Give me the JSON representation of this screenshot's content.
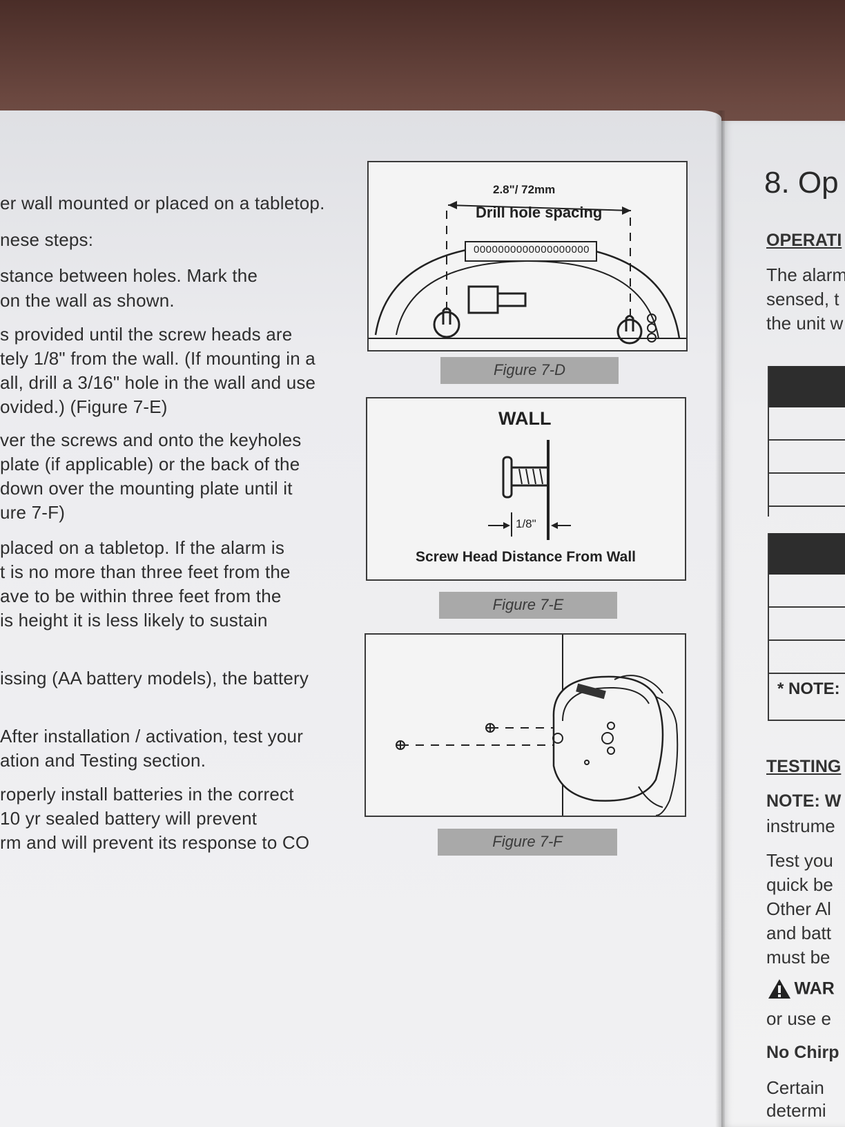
{
  "left_column": {
    "lines": [
      "er wall mounted or placed on a tabletop.",
      "nese steps:",
      "stance between holes. Mark the",
      " on the wall as shown.",
      "s provided until the screw heads are",
      "tely 1/8\" from the wall. (If mounting in a",
      "all, drill a 3/16\" hole in the wall and use",
      "ovided.) (Figure 7-E)",
      "ver the screws and onto the keyholes",
      "plate (if applicable) or the back of the",
      " down over the mounting plate until it",
      "ure 7-F)",
      " placed on a tabletop. If the alarm is",
      "t is no more than three feet from the",
      "ave to be within three feet from the",
      "is height it is less likely to sustain",
      "issing (AA battery models), the battery",
      " After installation / activation, test your",
      "ation and Testing section.",
      "roperly install batteries in the correct",
      "10 yr sealed battery will prevent",
      "rm and will prevent its response to CO"
    ]
  },
  "figures": {
    "fig_d": {
      "dimension": "2.8\"/ 72mm",
      "label": "Drill hole spacing",
      "caption": "Figure 7-D"
    },
    "fig_e": {
      "wall_label": "WALL",
      "gap_label": "1/8\"",
      "subtitle": "Screw Head Distance From Wall",
      "caption": "Figure 7-E"
    },
    "fig_f": {
      "caption": "Figure 7-F"
    }
  },
  "right_column": {
    "section_title": "8. Op",
    "operation_heading": "OPERATI",
    "operation_lines": [
      "The alarm",
      "sensed, t",
      "the unit w"
    ],
    "note_star": "* NOTE:",
    "testing_heading": "TESTING",
    "note_label": "NOTE: W",
    "note_line": "instrume",
    "test_lines": [
      "Test you",
      "quick be",
      "Other Al",
      "and batt",
      "must be"
    ],
    "warning_label": "WAR",
    "warning_line": "or use e",
    "no_chirp": "No Chirp",
    "final_lines": [
      "Certain",
      "determi"
    ]
  },
  "colors": {
    "page": "#eeeef0",
    "caption_bg": "#a9a9a9",
    "table_head": "#2d2d2d",
    "leather": "#5a3a33"
  }
}
